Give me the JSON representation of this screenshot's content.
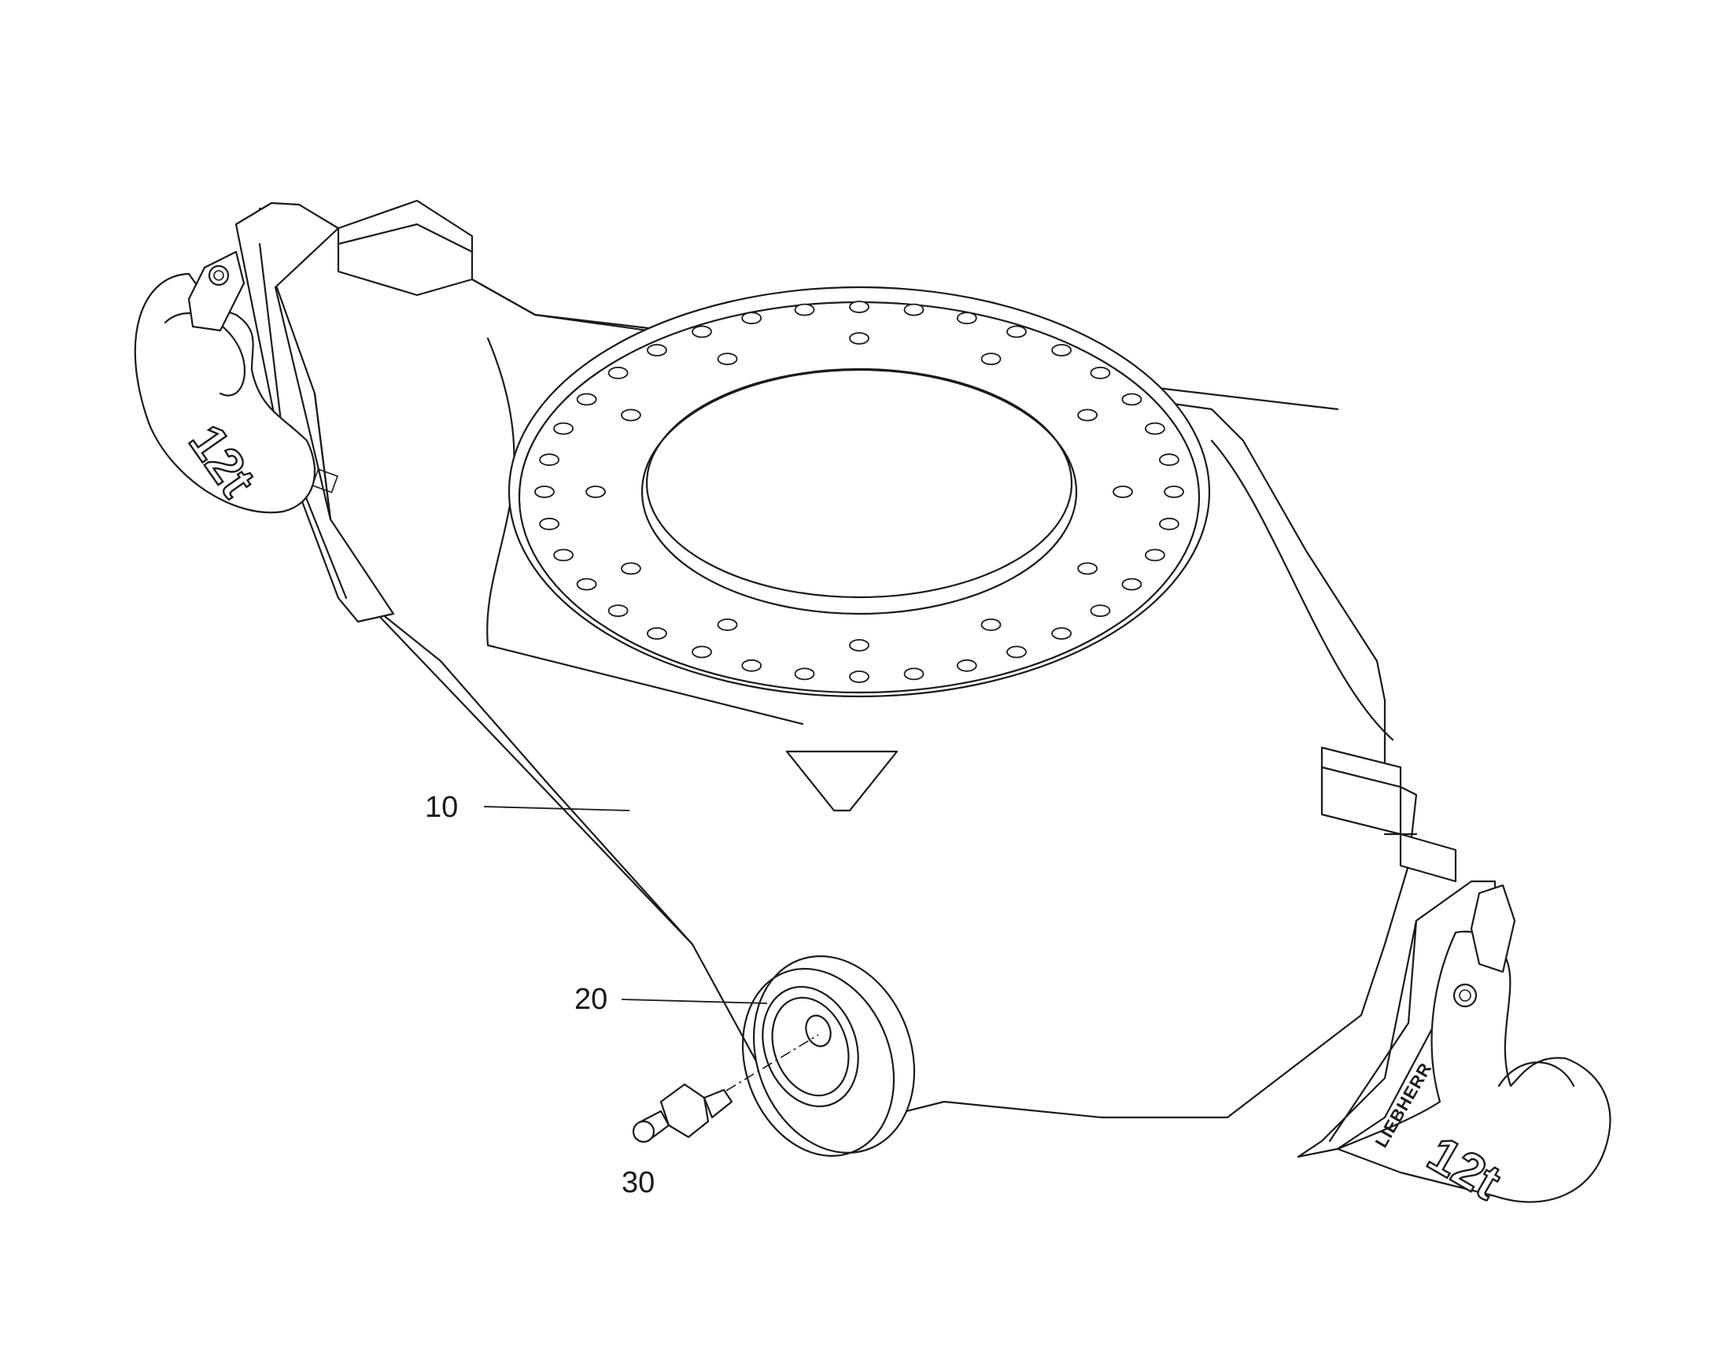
{
  "callouts": [
    {
      "id": "10",
      "label": "10"
    },
    {
      "id": "20",
      "label": "20"
    },
    {
      "id": "30",
      "label": "30"
    }
  ],
  "hook_markings": {
    "left_capacity": "12t",
    "right_capacity": "12t",
    "brand": "LIEBHERR"
  },
  "ring": {
    "outer_bolt_count": 36,
    "inner_bolt_count": 12
  }
}
